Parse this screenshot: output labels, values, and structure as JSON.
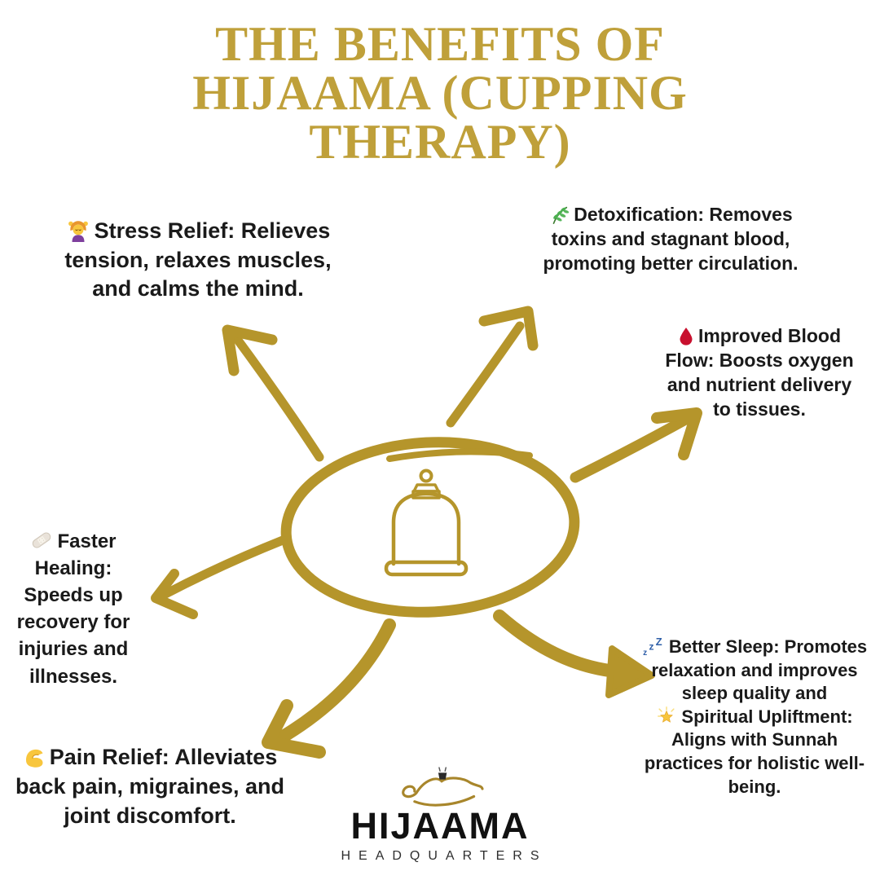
{
  "colors": {
    "gold": "#B5952B",
    "gold_title": "#BFA03A",
    "text": "#1A1A1A",
    "logo_text": "#111111"
  },
  "title": {
    "text": "THE BENEFITS OF\nHIJAAMA (CUPPING\nTHERAPY)"
  },
  "center": {
    "illustration": "cupping-jar-in-hand-drawn-ellipse"
  },
  "benefits": {
    "stress": {
      "icon": "woman-massage-emoji",
      "text": "Stress Relief: Relieves\ntension, relaxes muscles,\nand calms the mind."
    },
    "detox": {
      "icon": "herb-emoji",
      "text": "Detoxification: Removes\ntoxins and stagnant blood,\npromoting better circulation."
    },
    "blood": {
      "icon": "blood-drop-emoji",
      "text": "Improved Blood\nFlow: Boosts oxygen\nand nutrient delivery\nto tissues."
    },
    "healing": {
      "icon": "bandage-emoji",
      "text": "Faster\nHealing:\nSpeeds up\nrecovery for\ninjuries and\nillnesses."
    },
    "pain": {
      "icon": "flexed-biceps-emoji",
      "text": "Pain Relief: Alleviates\nback pain, migraines, and\njoint discomfort."
    },
    "sleep": {
      "icon": "zzz-emoji",
      "text": "Better Sleep: Promotes\nrelaxation and improves\nsleep quality and"
    },
    "spiritual": {
      "icon": "glowing-star-emoji",
      "text": "Spiritual Upliftment:\nAligns with Sunnah\npractices for holistic well-\nbeing."
    }
  },
  "logo": {
    "name": "HIJAAMA",
    "tagline": "HEADQUARTERS"
  }
}
